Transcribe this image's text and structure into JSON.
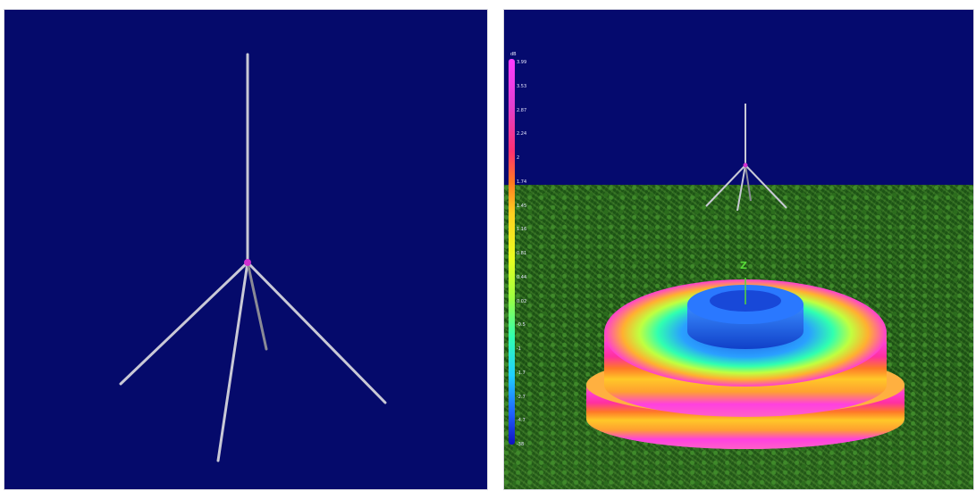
{
  "left_view": {},
  "right_view": {
    "legend": {
      "unit": "dB",
      "ticks": [
        "3.99",
        "3.53",
        "2.87",
        "2.24",
        "2",
        "1.74",
        "1.45",
        "1.16",
        "0.81",
        "0.44",
        "0.02",
        "-0.5",
        "-1",
        "-1.7",
        "-2.7",
        "-4.7",
        "-38"
      ]
    },
    "axis_label": "Z"
  },
  "colors": {
    "background": "#050a6b",
    "antenna": "#c8c8d4",
    "feed_point": "#d030d0",
    "ground": "#2d6e1f"
  }
}
